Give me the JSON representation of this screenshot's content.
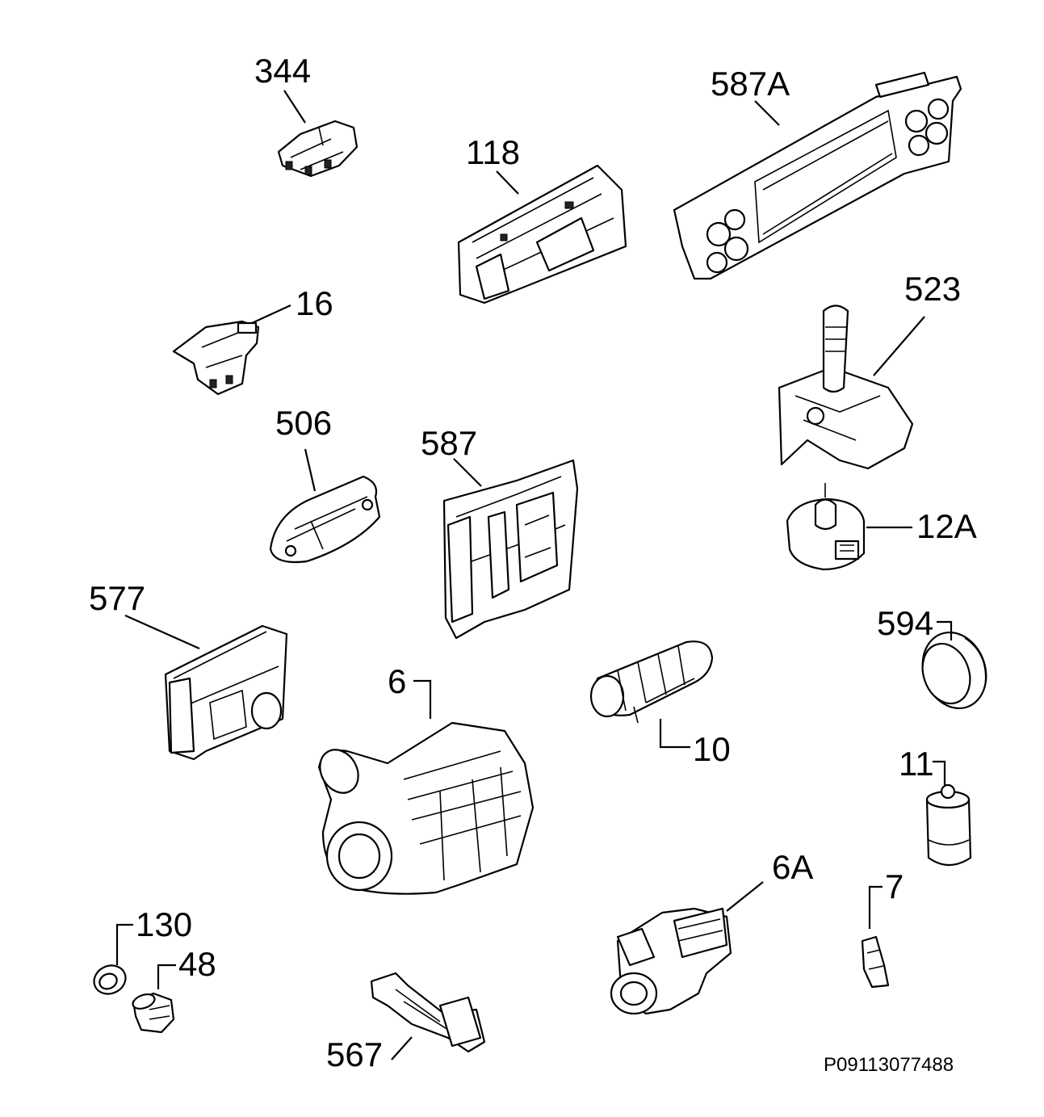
{
  "diagram": {
    "code": "P09113077488",
    "parts": [
      {
        "id": "344",
        "label": "344",
        "icon": "door-lock-icon"
      },
      {
        "id": "587A",
        "label": "587A",
        "icon": "control-panel-icon"
      },
      {
        "id": "118",
        "label": "118",
        "icon": "circuit-board-icon"
      },
      {
        "id": "16",
        "label": "16",
        "icon": "door-switch-icon"
      },
      {
        "id": "523",
        "label": "523",
        "icon": "flow-meter-icon"
      },
      {
        "id": "506",
        "label": "506",
        "icon": "sensor-bracket-icon"
      },
      {
        "id": "587",
        "label": "587",
        "icon": "power-module-icon"
      },
      {
        "id": "12A",
        "label": "12A",
        "icon": "pressure-switch-icon"
      },
      {
        "id": "577",
        "label": "577",
        "icon": "dispenser-module-icon"
      },
      {
        "id": "594",
        "label": "594",
        "icon": "ring-seal-icon"
      },
      {
        "id": "6",
        "label": "6",
        "icon": "circulation-pump-icon"
      },
      {
        "id": "10",
        "label": "10",
        "icon": "heater-icon"
      },
      {
        "id": "11",
        "label": "11",
        "icon": "capacitor-icon"
      },
      {
        "id": "6A",
        "label": "6A",
        "icon": "drain-pump-icon"
      },
      {
        "id": "7",
        "label": "7",
        "icon": "clip-icon"
      },
      {
        "id": "130",
        "label": "130",
        "icon": "seal-icon"
      },
      {
        "id": "48",
        "label": "48",
        "icon": "screw-cap-icon"
      },
      {
        "id": "567",
        "label": "567",
        "icon": "wiring-harness-icon"
      }
    ]
  }
}
